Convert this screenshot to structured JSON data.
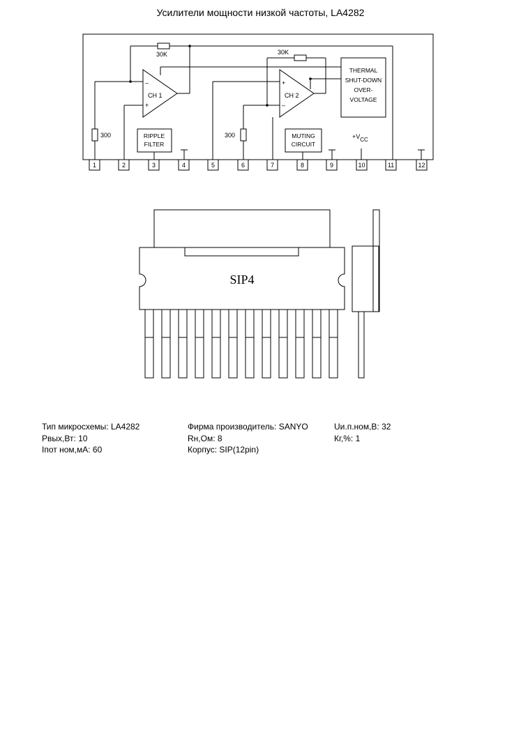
{
  "title": "Усилители мощности низкой частоты, LA4282",
  "schematic": {
    "resistor_30k_a": "30K",
    "resistor_30k_b": "30K",
    "resistor_300_a": "300",
    "resistor_300_b": "300",
    "ch1": "CH 1",
    "ch2": "CH 2",
    "minus": "–",
    "plus": "+",
    "ripple_filter": [
      "RIPPLE",
      "FILTER"
    ],
    "muting_circuit": [
      "MUTING",
      "CIRCUIT"
    ],
    "thermal_block": [
      "THERMAL",
      "SHUT-DOWN",
      "OVER-",
      "VOLTAGE"
    ],
    "vcc_main": "+V",
    "vcc_sub": "CC",
    "pins": [
      "1",
      "2",
      "3",
      "4",
      "5",
      "6",
      "7",
      "8",
      "9",
      "10",
      "11",
      "12"
    ]
  },
  "package": {
    "label": "SIP4"
  },
  "specs": {
    "col1": [
      {
        "label": "Тип микросхемы:",
        "value": "LA4282"
      },
      {
        "label": "Рвых,Вт:",
        "value": "10"
      },
      {
        "label": "Iпот ном,мА:",
        "value": "60"
      }
    ],
    "col2": [
      {
        "label": "Фирма производитель:",
        "value": "SANYO"
      },
      {
        "label": "Rн,Ом:",
        "value": "8"
      },
      {
        "label": "Корпус:",
        "value": "SIP(12pin)"
      }
    ],
    "col3": [
      {
        "label": "Uи.п.ном,В:",
        "value": "32"
      },
      {
        "label": "Кг,%:",
        "value": "1"
      }
    ]
  }
}
